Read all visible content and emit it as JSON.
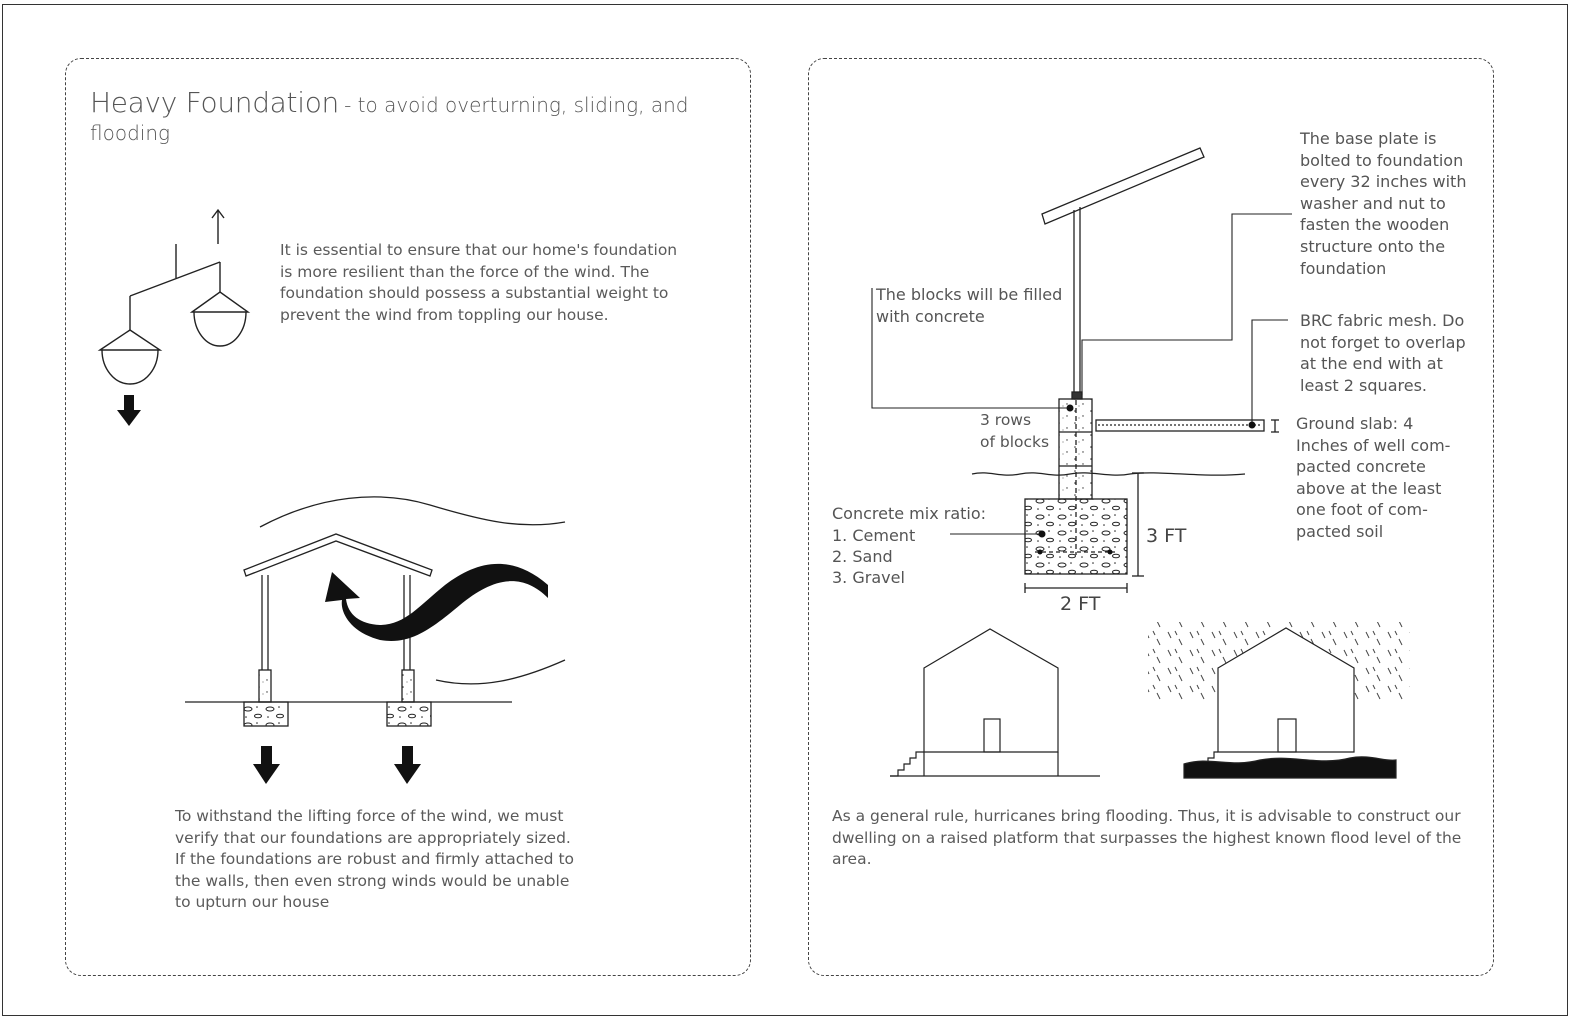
{
  "left": {
    "title_main": "Heavy Foundation",
    "title_sub": "- to avoid overturning, sliding, and",
    "title_sub2": "flooding",
    "para1": "It is essential to ensure that our home's foundation\nis more resilient than the force of the wind. The\nfoundation should possess a substantial weight to\nprevent the wind from toppling our house.",
    "para2": "To withstand the lifting force of the wind, we must\nverify that our foundations are appropriately sized.\nIf the foundations are robust and firmly attached to\nthe walls, then even strong winds would be unable\nto upturn our house"
  },
  "right": {
    "base_plate": "The base plate is\nbolted to foundation\nevery 32 inches with\nwasher and nut to\nfasten the wooden\nstructure onto the\nfoundation",
    "blocks_filled": "The blocks will be filled\nwith concrete",
    "brc_mesh": "BRC fabric mesh. Do\nnot forget to overlap\nat the end with at\nleast 2 squares.",
    "rows_of_blocks": "3 rows\nof blocks",
    "ground_slab": "Ground slab: 4\nInches of well com-\npacted concrete\nabove at the least\none foot of com-\npacted soil",
    "mix_title": "Concrete mix ratio:",
    "mix_items": [
      "1.  Cement",
      "2.  Sand",
      "3.  Gravel"
    ],
    "dim_height": "3 FT",
    "dim_width": "2 FT",
    "bottom_para": "As a general rule, hurricanes bring flooding. Thus, it is advisable to construct our\ndwelling on a raised platform that surpasses the highest known flood level of the\narea."
  }
}
